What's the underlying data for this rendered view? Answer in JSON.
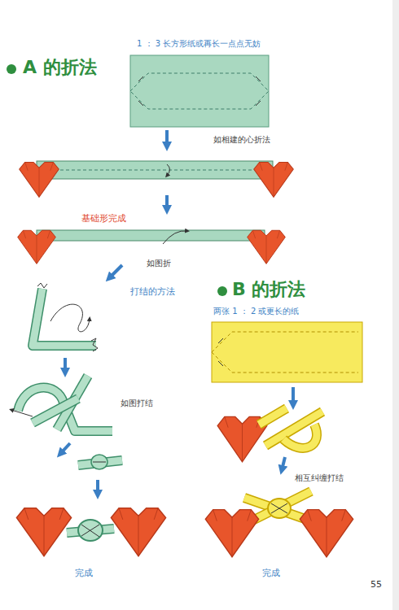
{
  "diagram": {
    "labels": [
      "A 的折法",
      "1 ： 3 长方形纸或再长一点点无妨",
      "如相建的心折法",
      "基础形完成",
      "如图折",
      "打结的方法",
      "B 的折法",
      "两张 1 ： 2 或更长的纸",
      "如图打结",
      "相互纠缠打结",
      "完成",
      "完成",
      "55"
    ]
  }
}
